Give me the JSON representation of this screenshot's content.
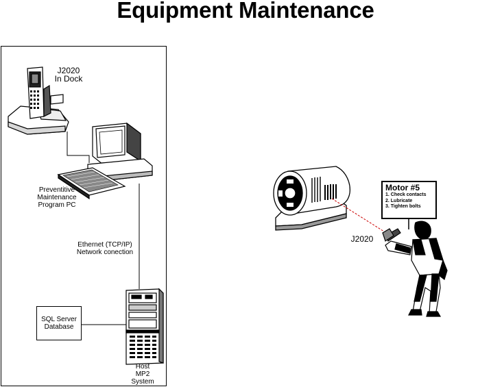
{
  "title": "Equipment Maintenance",
  "left_panel": {
    "handheld_dock_label": [
      "J2020",
      "In Dock"
    ],
    "pc_label": [
      "Preventitive",
      "Maintenance",
      "Program PC"
    ],
    "network_label": [
      "Ethernet (TCP/IP)",
      "Network conection"
    ],
    "host_label": [
      "Host",
      "MP2",
      "System"
    ],
    "database_label": [
      "SQL Server",
      "Database"
    ]
  },
  "right_scene": {
    "scanner_label": "J2020",
    "work_card": {
      "title": "Motor #5",
      "steps": [
        "1. Check contacts",
        "2. Lubricate",
        "3. Tighten bolts"
      ]
    },
    "scan_beam_color": "#cc0000"
  }
}
